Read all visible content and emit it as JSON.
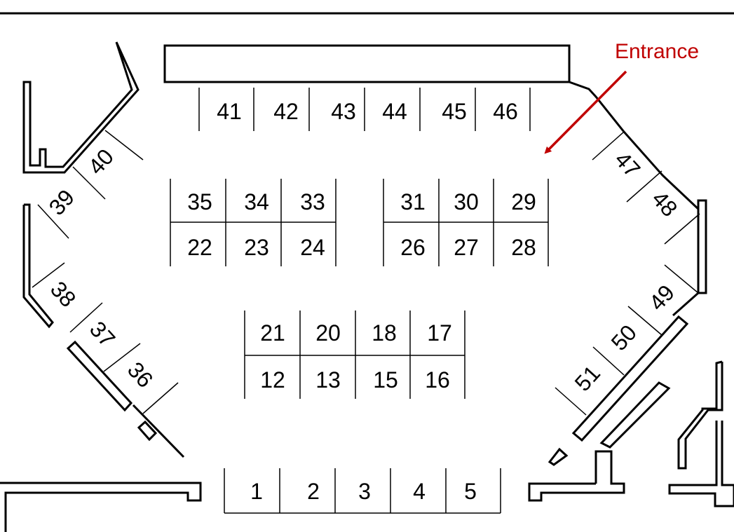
{
  "entrance": {
    "label": "Entrance",
    "color": "#c00000"
  },
  "booths": {
    "b1": "1",
    "b2": "2",
    "b3": "3",
    "b4": "4",
    "b5": "5",
    "b12": "12",
    "b13": "13",
    "b15": "15",
    "b16": "16",
    "b17": "17",
    "b18": "18",
    "b20": "20",
    "b21": "21",
    "b22": "22",
    "b23": "23",
    "b24": "24",
    "b26": "26",
    "b27": "27",
    "b28": "28",
    "b29": "29",
    "b30": "30",
    "b31": "31",
    "b33": "33",
    "b34": "34",
    "b35": "35",
    "b36": "36",
    "b37": "37",
    "b38": "38",
    "b39": "39",
    "b40": "40",
    "b41": "41",
    "b42": "42",
    "b43": "43",
    "b44": "44",
    "b45": "45",
    "b46": "46",
    "b47": "47",
    "b48": "48",
    "b49": "49",
    "b50": "50",
    "b51": "51"
  }
}
